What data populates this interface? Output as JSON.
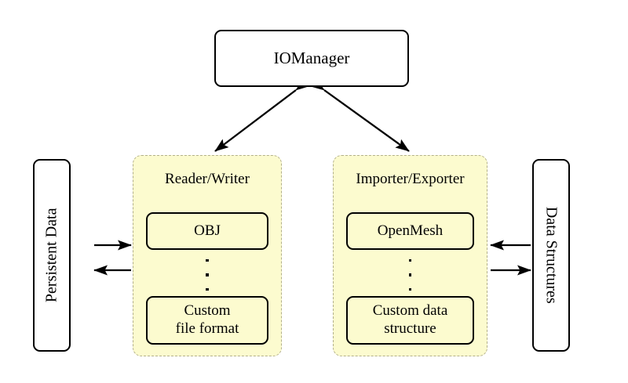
{
  "diagram": {
    "title_node": {
      "label": "IOManager"
    },
    "side_nodes": [
      {
        "name": "persistent-data",
        "label": "Persistent Data",
        "orientation": "rotated-up"
      },
      {
        "name": "data-structures",
        "label": "Data Structures",
        "orientation": "rotated-down"
      }
    ],
    "panels": [
      {
        "name": "reader-writer",
        "title": "Reader/Writer",
        "items": [
          {
            "label": "OBJ"
          },
          {
            "label": "Custom\nfile format"
          }
        ],
        "ellipsis": "vertical-dots"
      },
      {
        "name": "importer-exporter",
        "title": "Importer/Exporter",
        "items": [
          {
            "label": "OpenMesh"
          },
          {
            "label": "Custom data\nstructure"
          }
        ],
        "ellipsis": "vertical-dots"
      }
    ],
    "connections": [
      {
        "name": "iomanager-to-reader-writer",
        "from": "IOManager",
        "to": "Reader/Writer",
        "style": "double-headed-diagonal"
      },
      {
        "name": "iomanager-to-importer-exporter",
        "from": "IOManager",
        "to": "Importer/Exporter",
        "style": "double-headed-diagonal"
      },
      {
        "name": "persistent-data-to-reader-writer",
        "from": "Persistent Data",
        "to": "Reader/Writer",
        "style": "arrow-right"
      },
      {
        "name": "reader-writer-to-persistent-data",
        "from": "Reader/Writer",
        "to": "Persistent Data",
        "style": "arrow-left"
      },
      {
        "name": "data-structures-to-importer-exporter",
        "from": "Data Structures",
        "to": "Importer/Exporter",
        "style": "arrow-left"
      },
      {
        "name": "importer-exporter-to-data-structures",
        "from": "Importer/Exporter",
        "to": "Data Structures",
        "style": "arrow-right"
      }
    ],
    "colors": {
      "panel_fill": "#fcfbcf",
      "panel_border": "#b3b08a",
      "node_border": "#000000",
      "background": "#ffffff",
      "text": "#000000"
    }
  }
}
